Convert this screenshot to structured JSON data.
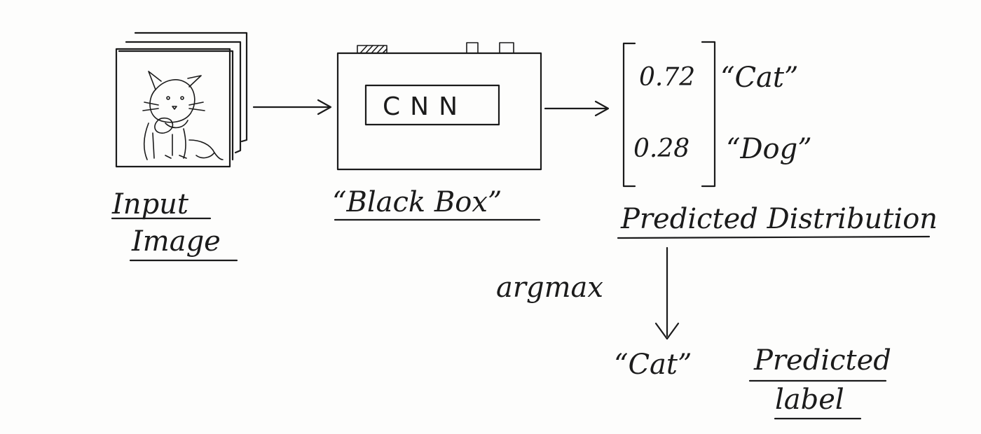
{
  "input": {
    "label_line1": "Input",
    "label_line2": "Image"
  },
  "black_box": {
    "inner_label": "CNN",
    "caption": "“Black Box”"
  },
  "distribution": {
    "values": [
      "0.72",
      "0.28"
    ],
    "classes": [
      "“Cat”",
      "“Dog”"
    ],
    "caption": "Predicted Distribution"
  },
  "operation": {
    "label": "argmax"
  },
  "prediction": {
    "value": "“Cat”",
    "caption_line1": "Predicted",
    "caption_line2": "label"
  },
  "colors": {
    "ink": "#1b1b1b",
    "paper": "#fdfdfc"
  }
}
